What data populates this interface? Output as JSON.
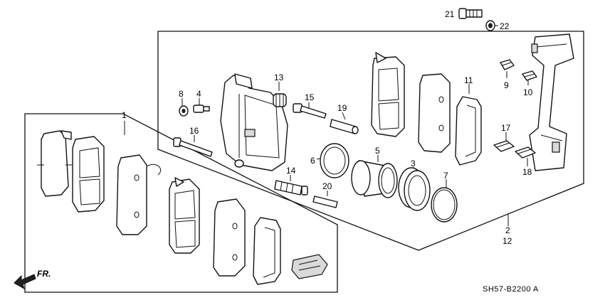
{
  "diagram": {
    "labels": {
      "p1": "1",
      "p2": "2",
      "p12": "12",
      "p3": "3",
      "p4": "4",
      "p5": "5",
      "p6": "6",
      "p7": "7",
      "p8": "8",
      "p9": "9",
      "p10": "10",
      "p11": "11",
      "p13": "13",
      "p14": "14",
      "p15": "15",
      "p16": "16",
      "p17": "17",
      "p18": "18",
      "p19": "19",
      "p20": "20",
      "p21": "21",
      "p22": "22"
    },
    "direction_label": "FR.",
    "diagram_code": "SH57-B2200 A"
  }
}
